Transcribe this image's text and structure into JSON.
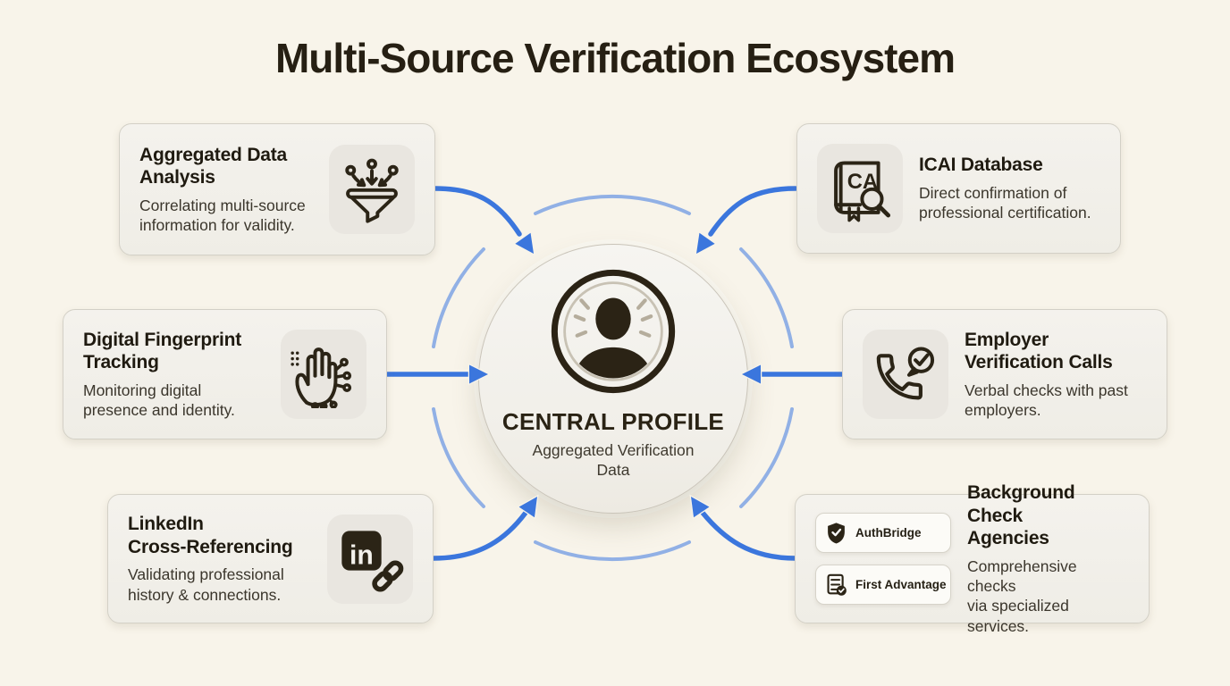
{
  "title": "Multi-Source Verification Ecosystem",
  "center": {
    "title": "CENTRAL PROFILE",
    "subtitle": "Aggregated Verification\nData",
    "icon": "person-avatar-icon"
  },
  "cards": [
    {
      "position": "top-left",
      "title": "Aggregated Data\nAnalysis",
      "desc": "Correlating multi-source\ninformation for validity.",
      "icon": "funnel-icon"
    },
    {
      "position": "middle-left",
      "title": "Digital Fingerprint\nTracking",
      "desc": "Monitoring digital\npresence and identity.",
      "icon": "hand-circuit-icon"
    },
    {
      "position": "bottom-left",
      "title": "LinkedIn\nCross-Referencing",
      "desc": "Validating professional\nhistory & connections.",
      "icon": "linkedin-chain-icon"
    },
    {
      "position": "top-right",
      "title": "ICAI Database",
      "desc": "Direct confirmation of\nprofessional certification.",
      "icon": "book-ca-magnifier-icon"
    },
    {
      "position": "middle-right",
      "title": "Employer\nVerification Calls",
      "desc": "Verbal checks with past\nemployers.",
      "icon": "phone-check-icon"
    },
    {
      "position": "bottom-right",
      "title": "Background Check\nAgencies",
      "desc": "Comprehensive checks\nvia specialized services.",
      "badges": [
        {
          "label": "AuthBridge",
          "icon": "shield-check-icon"
        },
        {
          "label": "First Advantage",
          "icon": "document-check-icon"
        }
      ]
    }
  ],
  "colors": {
    "background": "#f8f4ea",
    "arrow_blue": "#3b76dd",
    "ring_blue": "#91b0e5",
    "ink": "#2b2416"
  }
}
